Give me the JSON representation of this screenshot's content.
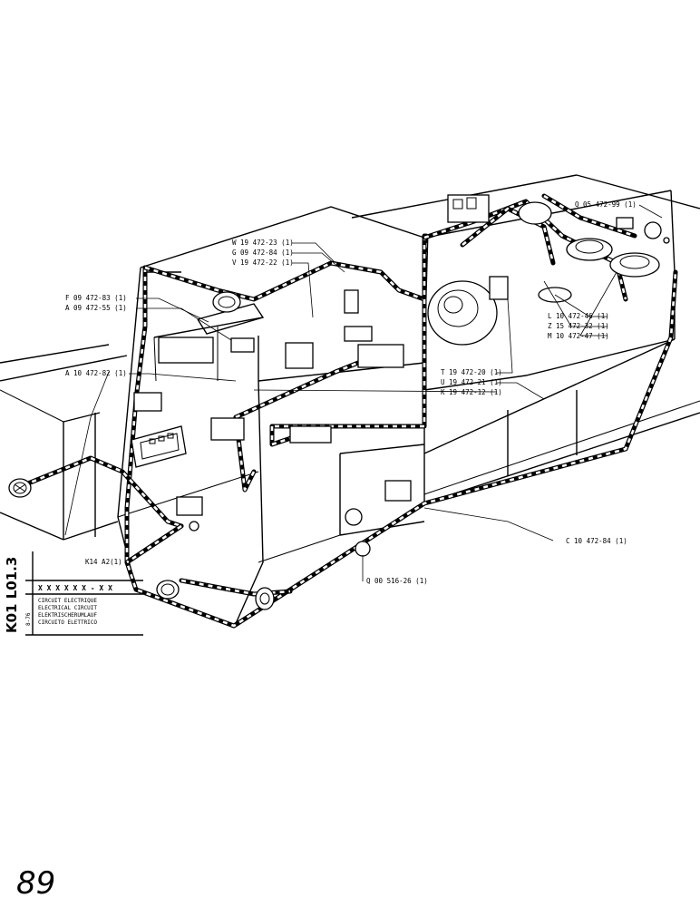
{
  "labels": {
    "q05": "Q 05 472-99 (1)",
    "w19": "W 19 472-23 (1)",
    "g09": "G 09 472-84 (1)",
    "v19": "V 19 472-22 (1)",
    "f09": "F 09 472-83 (1)",
    "a09": "A 09 472-55 (1)",
    "a10": "A 10 472-82 (1)",
    "l10": "L 10 472-46 (1)",
    "z15": "Z 15 472-32 (1)",
    "m10": "M 10 472-47 (1)",
    "t19": "T 19 472-20 (1)",
    "u19": "U 19 472-21 (1)",
    "k19": "K 19 472-12 (1)",
    "c10": "C 10 472-84 (1)",
    "q00": "Q 00 516-26 (1)",
    "k14": "K14 A2(1)"
  },
  "title_block": {
    "drawing_code": "K01 L01.3",
    "part_ref": "X X X  X X X - X X",
    "title_lines": [
      "CIRCUIT ELECTRIQUE",
      "ELECTRICAL CIRCUIT",
      "ELEKTRISCHERUMLAUF",
      "CIRCUITO ELETTRICO"
    ],
    "date": "8-76"
  },
  "page_number": "89"
}
